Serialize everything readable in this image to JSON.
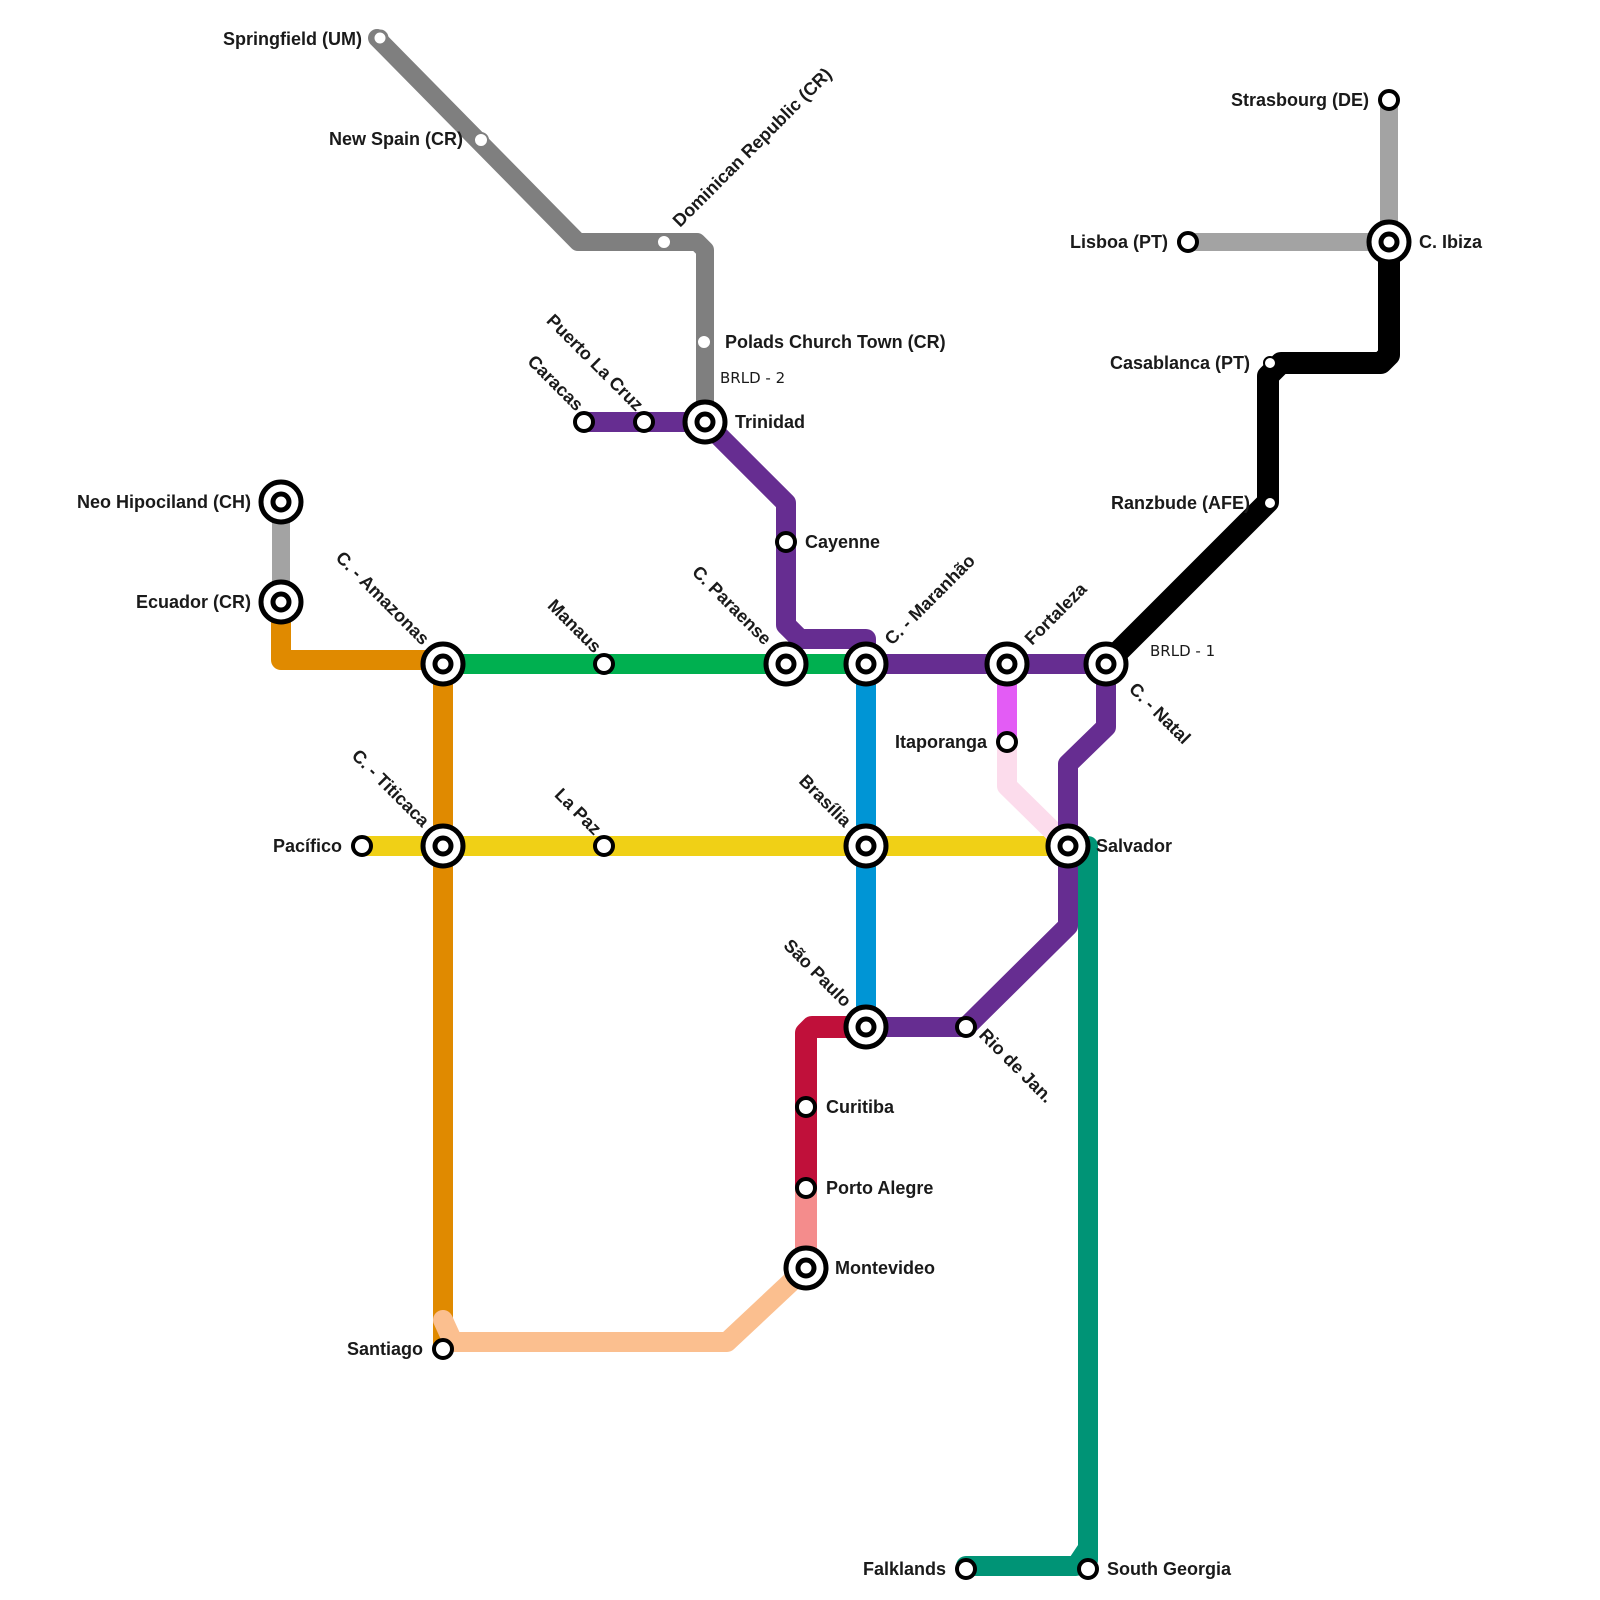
{
  "colors": {
    "gray_dark": "#7f7f7f",
    "gray_light": "#a3a3a3",
    "purple": "#662d91",
    "green": "#00b050",
    "orange": "#e08a00",
    "yellow": "#f0d016",
    "blue": "#0095d5",
    "magenta": "#e35cf5",
    "pink_light": "#fcdcec",
    "teal": "#009476",
    "red": "#c0103a",
    "salmon": "#f48c8c",
    "peach": "#fbbf8f",
    "black": "#000000"
  },
  "lines": [
    {
      "id": "gray-north",
      "color": "#7f7f7f"
    },
    {
      "id": "gray-west",
      "color": "#a3a3a3"
    },
    {
      "id": "gray-east",
      "color": "#a3a3a3"
    },
    {
      "id": "black",
      "color": "#000000"
    },
    {
      "id": "purple",
      "color": "#662d91"
    },
    {
      "id": "green",
      "color": "#00b050"
    },
    {
      "id": "orange",
      "color": "#e08a00"
    },
    {
      "id": "yellow",
      "color": "#f0d016"
    },
    {
      "id": "blue",
      "color": "#0095d5"
    },
    {
      "id": "magenta",
      "color": "#e35cf5"
    },
    {
      "id": "teal",
      "color": "#009476"
    },
    {
      "id": "red",
      "color": "#c0103a"
    },
    {
      "id": "peach",
      "color": "#fbbf8f"
    }
  ],
  "stations": {
    "springfield": "Springfield (UM)",
    "new_spain": "New Spain (CR)",
    "dominican_republic": "Dominican Republic (CR)",
    "polads": "Polads Church Town (CR)",
    "trinidad": "Trinidad",
    "puerto_la_cruz": "Puerto La Cruz",
    "caracas": "Caracas",
    "cayenne": "Cayenne",
    "neo_hipociland": "Neo Hipociland (CH)",
    "ecuador": "Ecuador (CR)",
    "c_amazonas": "C. - Amazonas",
    "manaus": "Manaus",
    "c_paraense": "C. Paraense",
    "c_maranhao": "C. - Maranhão",
    "fortaleza": "Fortaleza",
    "c_natal": "C. - Natal",
    "itaporanga": "Itaporanga",
    "c_titicaca": "C. - Titicaca",
    "pacifico": "Pacífico",
    "la_paz": "La Paz",
    "brasilia": "Brasília",
    "salvador": "Salvador",
    "sao_paulo": "São Paulo",
    "rio": "Rio de Jan.",
    "curitiba": "Curitiba",
    "porto_alegre": "Porto Alegre",
    "montevideo": "Montevideo",
    "santiago": "Santiago",
    "falklands": "Falklands",
    "south_georgia": "South Georgia",
    "strasbourg": "Strasbourg (DE)",
    "lisboa": "Lisboa (PT)",
    "c_ibiza": "C. Ibiza",
    "casablanca": "Casablanca (PT)",
    "ranzbude": "Ranzbude (AFE)"
  },
  "tags": {
    "brld2": "BRLD - 2",
    "brld1": "BRLD - 1"
  }
}
